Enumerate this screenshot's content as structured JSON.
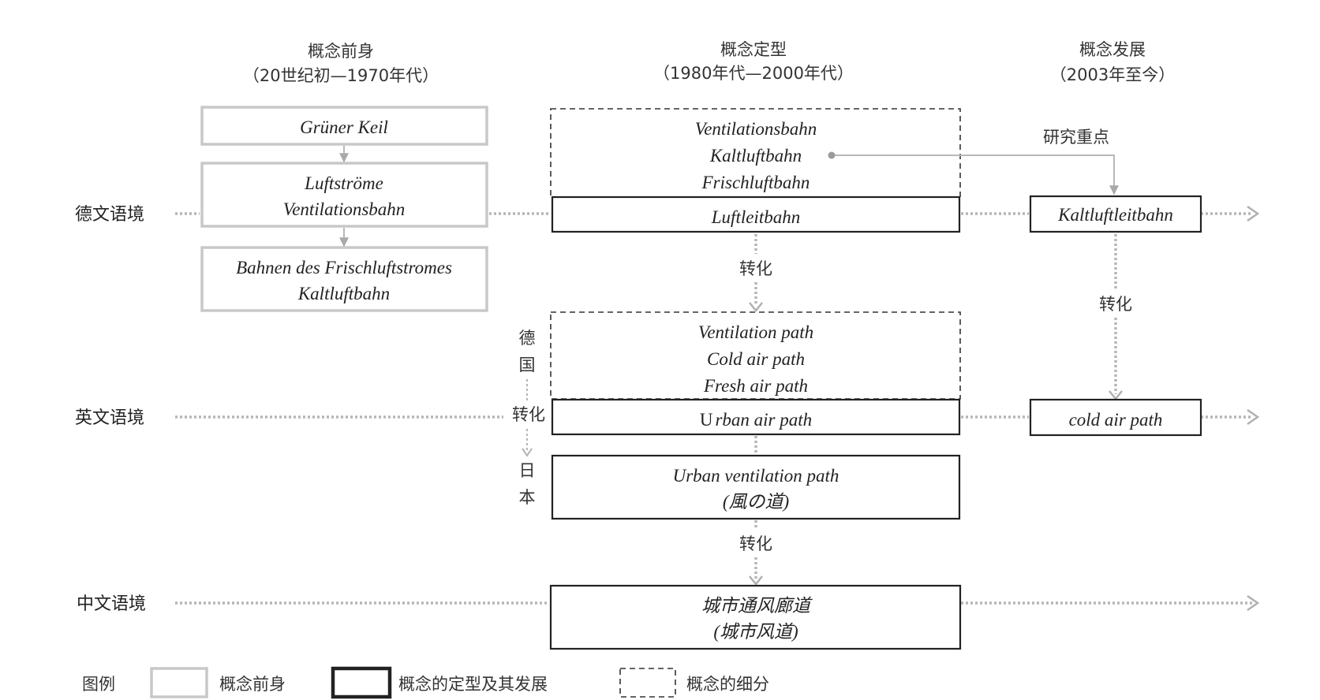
{
  "columns": [
    {
      "title": "概念前身",
      "period": "（20世纪初—1970年代）"
    },
    {
      "title": "概念定型",
      "period": "（1980年代—2000年代）"
    },
    {
      "title": "概念发展",
      "period": "（2003年至今）"
    }
  ],
  "contexts": {
    "german": "德文语境",
    "english": "英文语境",
    "chinese": "中文语境"
  },
  "german_precursor": {
    "box1": "Grüner Keil",
    "box2": [
      "Luftströme",
      "Ventilationsbahn"
    ],
    "box3": [
      "Bahnen des Frischluftstromes",
      "Kaltluftbahn"
    ]
  },
  "german_defined": {
    "subdivision": [
      "Ventilationsbahn",
      "Kaltluftbahn",
      "Frischluftbahn"
    ],
    "main": "Luftleitbahn"
  },
  "german_development": {
    "main": "Kaltluftleitbahn",
    "research_focus": "研究重点"
  },
  "english_defined": {
    "subdivision": [
      "Ventilation path",
      "Cold air path",
      "Fresh air path"
    ],
    "main_prefix": "U",
    "main_rest": "rban air path"
  },
  "english_development": {
    "main": "cold air path"
  },
  "japanese": {
    "main": [
      "Urban ventilation path",
      "(風の道)"
    ],
    "side_top": [
      "德",
      "国"
    ],
    "side_mid": "转化",
    "side_bottom": [
      "日",
      "本"
    ]
  },
  "chinese_defined": {
    "main": [
      "城市通风廊道",
      "(城市风道)"
    ]
  },
  "transform_labels": {
    "de_to_en": "转化",
    "de_dev_to_en_dev": "转化",
    "jp_to_cn": "转化"
  },
  "legend": {
    "title": "图例",
    "precursor": "概念前身",
    "defined": "概念的定型及其发展",
    "subdivision": "概念的细分"
  },
  "colors": {
    "precursor_border": "#c8c8c8",
    "defined_border": "#222222",
    "connector": "#b5b5b5"
  }
}
